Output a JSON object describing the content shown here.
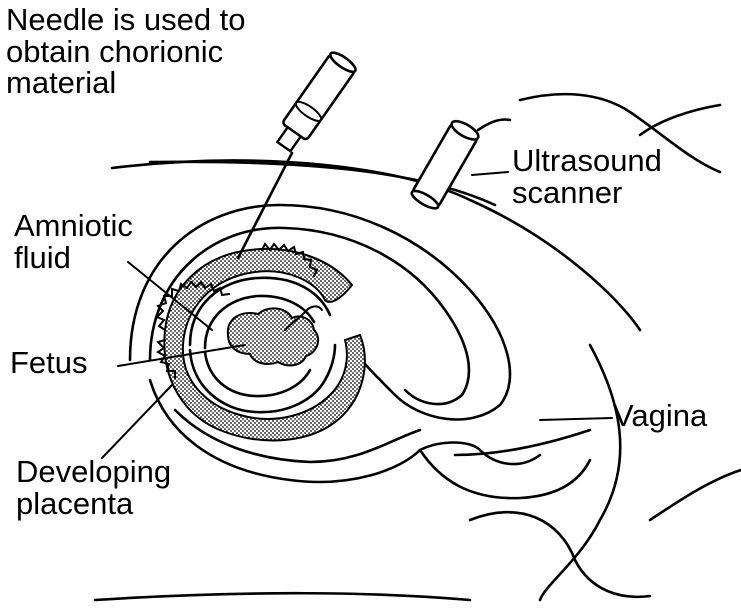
{
  "labels": {
    "needle": [
      "Needle is used to",
      "obtain chorionic",
      "material"
    ],
    "ultrasound": [
      "Ultrasound",
      "scanner"
    ],
    "amniotic": [
      "Amniotic",
      "fluid"
    ],
    "fetus": "Fetus",
    "vagina": "Vagina",
    "placenta": [
      "Developing",
      "placenta"
    ]
  },
  "colors": {
    "ink": "#000000",
    "background": "#ffffff",
    "stipple": "#000000"
  }
}
